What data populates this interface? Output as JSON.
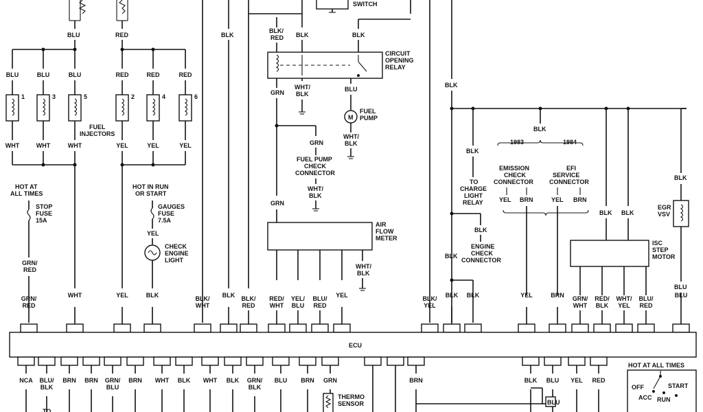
{
  "ecu_label": "ECU",
  "top": {
    "switch_label": "SWITCH",
    "blu": "BLU",
    "red": "RED",
    "blk": "BLK",
    "blk_red": [
      "BLK/",
      "RED"
    ],
    "blk2": "BLK",
    "blk3": "BLK"
  },
  "injectors": {
    "wires_top": [
      "BLU",
      "BLU",
      "BLU",
      "RED",
      "RED",
      "RED"
    ],
    "numbers": [
      "1",
      "3",
      "5",
      "2",
      "4",
      "6"
    ],
    "wires_bottom": [
      "WHT",
      "WHT",
      "WHT",
      "YEL",
      "YEL",
      "YEL"
    ],
    "label": [
      "FUEL",
      "INJECTORS"
    ]
  },
  "fuse_stop": {
    "caption": [
      "HOT AT",
      "ALL TIMES"
    ],
    "name": [
      "STOP",
      "FUSE",
      "15A"
    ],
    "wire": [
      "GRN/",
      "RED"
    ]
  },
  "fuse_gauges": {
    "caption": [
      "HOT IN RUN",
      "OR START"
    ],
    "name": [
      "GAUGES",
      "FUSE",
      "7.5A"
    ],
    "wire": "YEL"
  },
  "check_light": {
    "label": [
      "CHECK",
      "ENGINE",
      "LIGHT"
    ]
  },
  "relay": {
    "label": [
      "CIRCUIT",
      "OPENING",
      "RELAY"
    ],
    "wire_grn": "GRN",
    "wire_wht": [
      "WHT/",
      "BLK"
    ],
    "wire_blu": "BLU"
  },
  "fuel_pump": {
    "label": [
      "FUEL",
      "PUMP"
    ],
    "symbol": "M",
    "wire": [
      "WHT/",
      "BLK"
    ]
  },
  "fp_check": {
    "wire": "GRN",
    "label": [
      "FUEL PUMP",
      "CHECK",
      "CONNECTOR"
    ],
    "wire2": [
      "WHT/",
      "BLK"
    ]
  },
  "afm": {
    "label": [
      "AIR",
      "FLOW",
      "METER"
    ],
    "wire_in": "GRN",
    "wire_gnd": [
      "WHT/",
      "BLK"
    ]
  },
  "charge": {
    "wire": "BLK",
    "wire2": "BLK",
    "label": [
      "TO",
      "CHARGE",
      "LIGHT",
      "RELAY"
    ]
  },
  "engine_check": {
    "wire": "BLK",
    "wire2": "BLK",
    "label": [
      "ENGINE",
      "CHECK",
      "CONNECTOR"
    ]
  },
  "emission": {
    "year_a": "1983",
    "year_b": "1984",
    "wire": "BLK",
    "label_a": [
      "EMISSION",
      "CHECK",
      "CONNECTOR"
    ],
    "label_b": [
      "EFI",
      "SERVICE",
      "CONNECTOR"
    ],
    "pins_a": [
      "YEL",
      "BRN"
    ],
    "pins_b": [
      "YEL",
      "BRN"
    ]
  },
  "isc": {
    "label": [
      "ISC",
      "STEP",
      "MOTOR"
    ],
    "wires": [
      "BLK",
      "BLK"
    ]
  },
  "egr": {
    "label": [
      "EGR",
      "VSV"
    ],
    "wire_top": "BLK",
    "wire_bottom": "BLU"
  },
  "ecu_top_pins": [
    [
      "GRN/",
      "RED"
    ],
    [
      "WHT"
    ],
    [
      "YEL"
    ],
    [
      "BLK"
    ],
    [
      "BLK/",
      "WHT"
    ],
    [
      "BLK"
    ],
    [
      "BLK/",
      "RED"
    ],
    [
      "RED/",
      "WHT"
    ],
    [
      "YEL/",
      "BLU"
    ],
    [
      "BLU/",
      "RED"
    ],
    [
      "YEL"
    ],
    [
      "BLK/",
      "YEL"
    ],
    [
      "BLK"
    ],
    [
      "BLK"
    ],
    [
      "YEL"
    ],
    [
      "BRN"
    ],
    [
      "GRN/",
      "WHT"
    ],
    [
      "RED/",
      "BLK"
    ],
    [
      "WHT/",
      "YEL"
    ],
    [
      "BLU/",
      "RED"
    ],
    [
      "BLU"
    ]
  ],
  "ecu_bottom_pins": [
    [
      "NCA"
    ],
    [
      "BLU/",
      "BLK"
    ],
    [
      "BRN"
    ],
    [
      "BRN"
    ],
    [
      "GRN/",
      "BLU"
    ],
    [
      "BRN"
    ],
    [
      "WHT"
    ],
    [
      "BLK"
    ],
    [
      "WHT"
    ],
    [
      "BLK"
    ],
    [
      "GRN/",
      "BLK"
    ],
    [
      "BLU"
    ],
    [
      "BRN"
    ],
    [
      "GRN"
    ],
    [
      "BRN"
    ],
    [
      "BLK"
    ],
    [
      "BLU"
    ],
    [
      "YEL"
    ],
    [
      "RED"
    ]
  ],
  "bottom": {
    "to": "TO",
    "thermo": [
      "THERMO",
      "SENSOR"
    ],
    "blu": "BLU"
  },
  "ignition": {
    "caption": "HOT AT ALL TIMES",
    "off": "OFF",
    "start": "START",
    "acc": "ACC",
    "run": "RUN"
  }
}
